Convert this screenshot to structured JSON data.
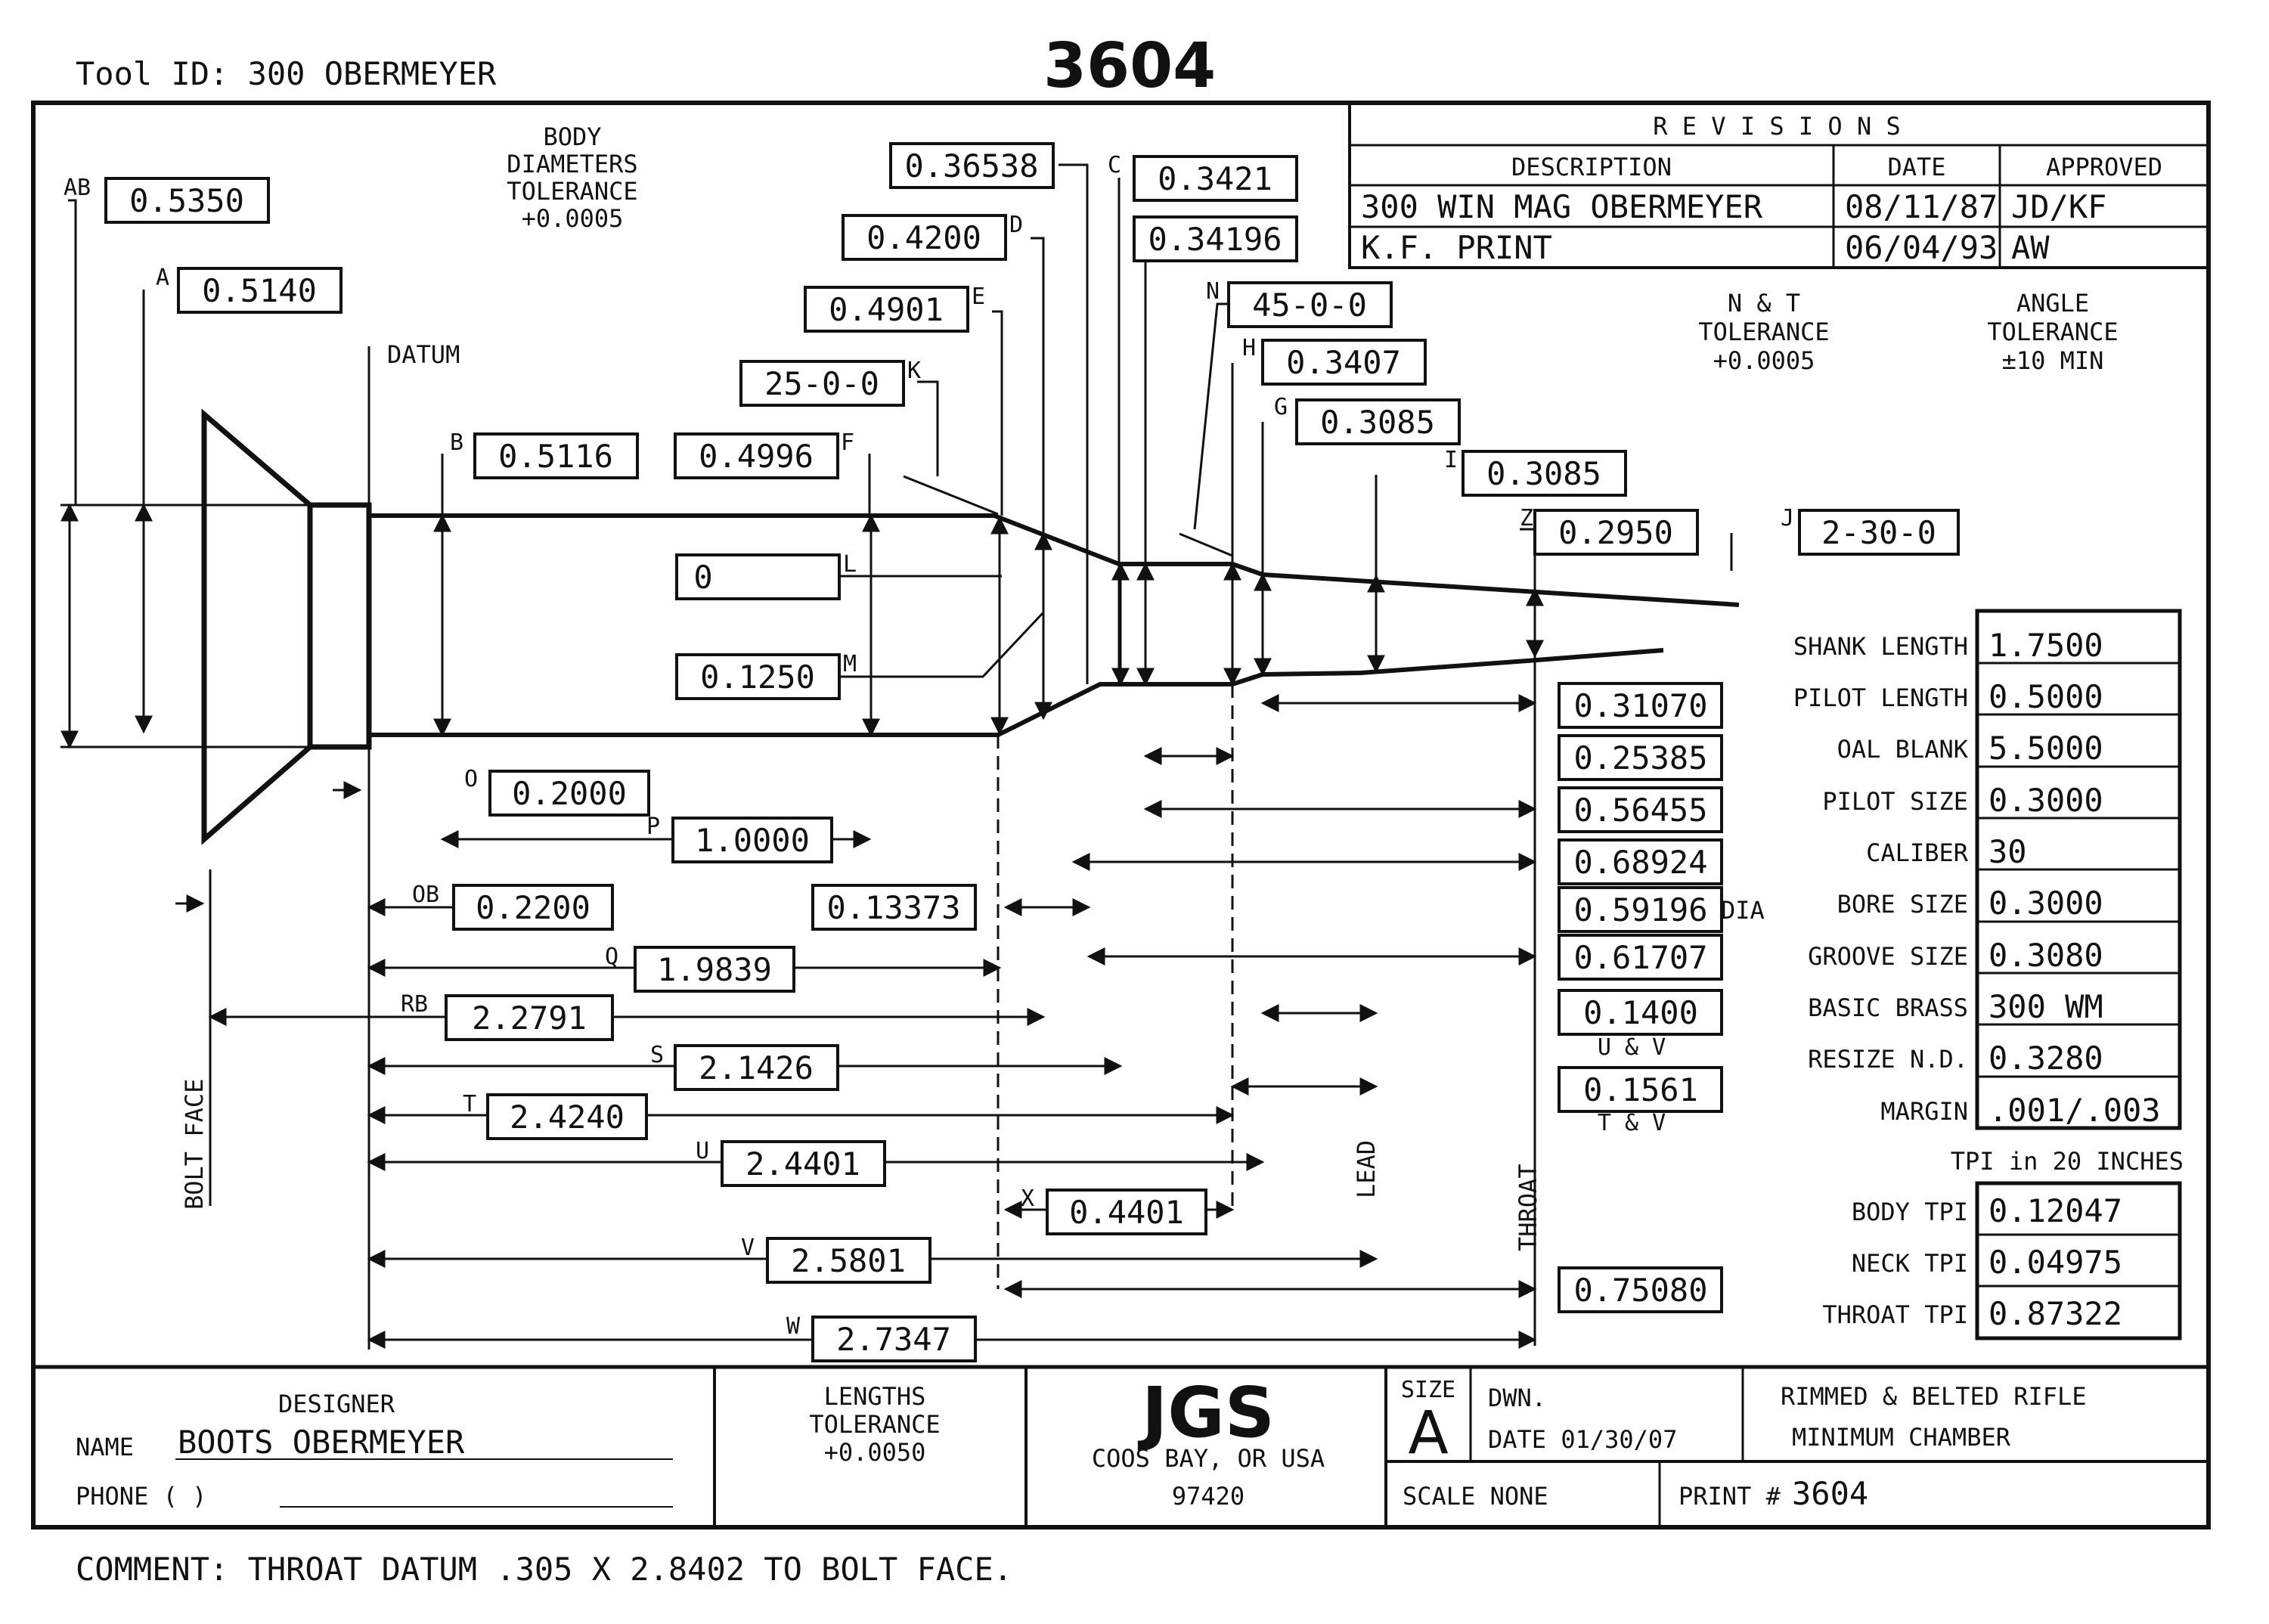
{
  "header": {
    "tool_id": "Tool ID: 300 OBERMEYER",
    "drawing_number": "3604"
  },
  "revisions": {
    "title": "R E V I S I O N S",
    "columns": [
      "DESCRIPTION",
      "DATE",
      "APPROVED"
    ],
    "rows": [
      [
        "300 WIN MAG OBERMEYER",
        "08/11/87",
        "JD/KF"
      ],
      [
        "K.F. PRINT",
        "06/04/93",
        "AW"
      ]
    ]
  },
  "notes": {
    "body_tol_1": "BODY",
    "body_tol_2": "DIAMETERS",
    "body_tol_3": "TOLERANCE",
    "body_tol_4": "+0.0005",
    "nt_tol_1": "N & T",
    "nt_tol_2": "TOLERANCE",
    "nt_tol_3": "+0.0005",
    "angle_tol_1": "ANGLE",
    "angle_tol_2": "TOLERANCE",
    "angle_tol_3": "±10 MIN",
    "datum": "DATUM",
    "dia": "DIA",
    "bolt_face": "BOLT FACE",
    "lead": "LEAD",
    "throat": "THROAT",
    "uv": "U & V",
    "tv": "T & V",
    "tpi_header": "TPI in 20 INCHES"
  },
  "dims": {
    "AB": "0.5350",
    "A": "0.5140",
    "B": "0.5116",
    "F": "0.4996",
    "E": "0.4901",
    "D": "0.4200",
    "K": "25-0-0",
    "L": "0",
    "M": "0.1250",
    "top1": "0.36538",
    "C": "0.3421",
    "C2": "0.34196",
    "N": "45-0-0",
    "H": "0.3407",
    "G": "0.3085",
    "I": "0.3085",
    "Z": "0.2950",
    "J": "2-30-0",
    "O": "0.2000",
    "P": "1.0000",
    "OB": "0.2200",
    "X0": "0.13373",
    "Q": "1.9839",
    "RB": "2.2791",
    "S": "2.1426",
    "T": "2.4240",
    "U": "2.4401",
    "X": "0.4401",
    "V": "2.5801",
    "W": "2.7347",
    "r1": "0.31070",
    "r2": "0.25385",
    "r3": "0.56455",
    "r4": "0.68924",
    "r5": "0.59196",
    "r6": "0.61707",
    "r7": "0.1400",
    "r8": "0.1561",
    "r9": "0.75080"
  },
  "dim_letters": {
    "AB": "AB",
    "A": "A",
    "B": "B",
    "F": "F",
    "E": "E",
    "D": "D",
    "K": "K",
    "L": "L",
    "M": "M",
    "C": "C",
    "N": "N",
    "H": "H",
    "G": "G",
    "I": "I",
    "Z": "Z",
    "J": "J",
    "O": "O",
    "P": "P",
    "OB": "OB",
    "Q": "Q",
    "RB": "RB",
    "S": "S",
    "T": "T",
    "U": "U",
    "X": "X",
    "V": "V",
    "W": "W"
  },
  "specs": [
    {
      "label": "SHANK LENGTH",
      "value": "1.7500"
    },
    {
      "label": "PILOT LENGTH",
      "value": "0.5000"
    },
    {
      "label": "OAL BLANK",
      "value": "5.5000"
    },
    {
      "label": "PILOT SIZE",
      "value": "0.3000"
    },
    {
      "label": "CALIBER",
      "value": "30"
    },
    {
      "label": "BORE SIZE",
      "value": "0.3000"
    },
    {
      "label": "GROOVE SIZE",
      "value": "0.3080"
    },
    {
      "label": "BASIC BRASS",
      "value": "300 WM"
    },
    {
      "label": "RESIZE N.D.",
      "value": "0.3280"
    },
    {
      "label": "MARGIN",
      "value": ".001/.003"
    }
  ],
  "tpi": [
    {
      "label": "BODY TPI",
      "value": "0.12047"
    },
    {
      "label": "NECK TPI",
      "value": "0.04975"
    },
    {
      "label": "THROAT TPI",
      "value": "0.87322"
    }
  ],
  "title_block": {
    "designer": "DESIGNER",
    "name_label": "NAME",
    "name_value": "BOOTS OBERMEYER",
    "phone_label": "PHONE (     )",
    "len_tol_1": "LENGTHS",
    "len_tol_2": "TOLERANCE",
    "len_tol_3": "+0.0050",
    "company": "JGS",
    "city": "COOS BAY, OR USA",
    "zip": "97420",
    "size_label": "SIZE",
    "size_value": "A",
    "dwn": "DWN.",
    "date": "DATE 01/30/07",
    "title_1": "RIMMED & BELTED RIFLE",
    "title_2": "MINIMUM CHAMBER",
    "scale": "SCALE   NONE",
    "print_label": "PRINT #",
    "print_number": "3604"
  },
  "comment": "COMMENT: THROAT DATUM .305 X 2.8402 TO BOLT FACE."
}
